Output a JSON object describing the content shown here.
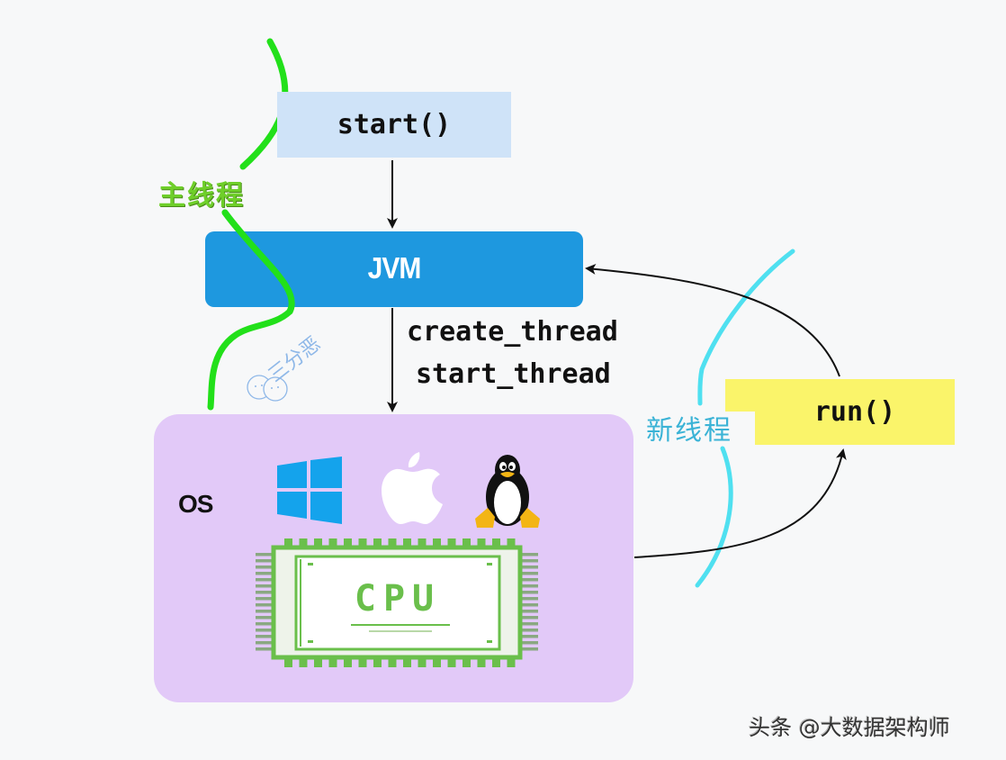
{
  "diagram": {
    "title": "Java thread start flow",
    "nodes": {
      "start": {
        "label": "start()",
        "color": "#cfe3f8"
      },
      "jvm": {
        "label": "JVM",
        "color": "#1e98df"
      },
      "os": {
        "label": "OS",
        "color": "#e2c9f8"
      },
      "run": {
        "label": "run()",
        "color": "#faf46a"
      },
      "cpu": {
        "label": "CPU",
        "color": "#6abf4b"
      }
    },
    "edges": {
      "start_to_jvm": {
        "from": "start()",
        "to": "JVM"
      },
      "jvm_to_os": {
        "from": "JVM",
        "to": "OS",
        "labels": [
          "create_thread",
          "start_thread"
        ]
      },
      "os_to_run": {
        "from": "OS",
        "to": "run()"
      },
      "run_to_jvm": {
        "from": "run()",
        "to": "JVM"
      }
    },
    "threads": {
      "main": {
        "label": "主线程",
        "color": "#22e01a"
      },
      "new": {
        "label": "新线程",
        "color": "#4fe0f0"
      }
    },
    "os_icons": [
      "windows-logo",
      "apple-logo",
      "linux-tux"
    ],
    "watermarks": {
      "wechat": "三分恶",
      "credit": "头条 @大数据架构师"
    }
  }
}
